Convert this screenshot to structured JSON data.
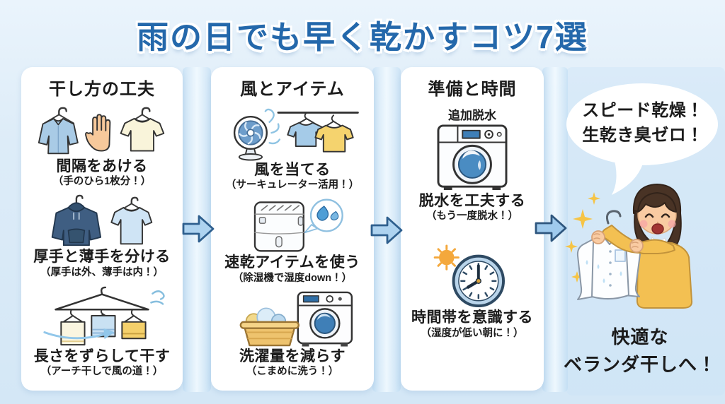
{
  "title": "雨の日でも早く乾かすコツ7選",
  "cards": [
    {
      "header": "干し方の工夫",
      "tips": [
        {
          "icon": "spaced-shirts-hand-icon",
          "label": "間隔をあける",
          "note": "（手のひら1枚分！）"
        },
        {
          "icon": "hoodie-and-tshirt-icon",
          "label": "厚手と薄手を分ける",
          "note": "（厚手は外、薄手は内！）"
        },
        {
          "icon": "staggered-towels-icon",
          "label": "長さをずらして干す",
          "note": "（アーチ干しで風の道！）"
        }
      ]
    },
    {
      "header": "風とアイテム",
      "tips": [
        {
          "icon": "circulator-fan-icon",
          "label": "風を当てる",
          "note": "（サーキュレーター活用！）"
        },
        {
          "icon": "dehumidifier-icon",
          "label": "速乾アイテムを使う",
          "note": "（除湿機で湿度down！）"
        },
        {
          "icon": "laundry-basket-washer-icon",
          "label": "洗濯量を減らす",
          "note": "（こまめに洗う！）"
        }
      ]
    },
    {
      "header": "準備と時間",
      "tips": [
        {
          "icon": "washing-machine-icon",
          "icon_caption": "追加脱水",
          "label": "脱水を工夫する",
          "note": "（もう一度脱水！）"
        },
        {
          "icon": "sun-clock-icon",
          "label": "時間帯を意識する",
          "note": "（湿度が低い朝に！）"
        }
      ]
    }
  ],
  "result": {
    "speech_bubble": {
      "line1": "スピード乾燥！",
      "line2": "生乾き臭ゼロ！"
    },
    "caption": {
      "line1": "快適な",
      "line2": "ベランダ干しへ！"
    },
    "illustration": "woman-holding-dry-shirt"
  },
  "flow": {
    "arrow_icon": "right-arrow-icon",
    "arrow_count": 3
  },
  "colors": {
    "title_blue": "#2468ab",
    "background_blue": "#ddecf8",
    "card_white": "#ffffff",
    "arrow_fill": "#aed3f0",
    "arrow_stroke": "#2e5f8e",
    "text_black": "#1b1b1b",
    "sweater_yellow": "#f3c052",
    "sun_orange": "#f4a83c",
    "water_blue": "#4f9ed6"
  }
}
